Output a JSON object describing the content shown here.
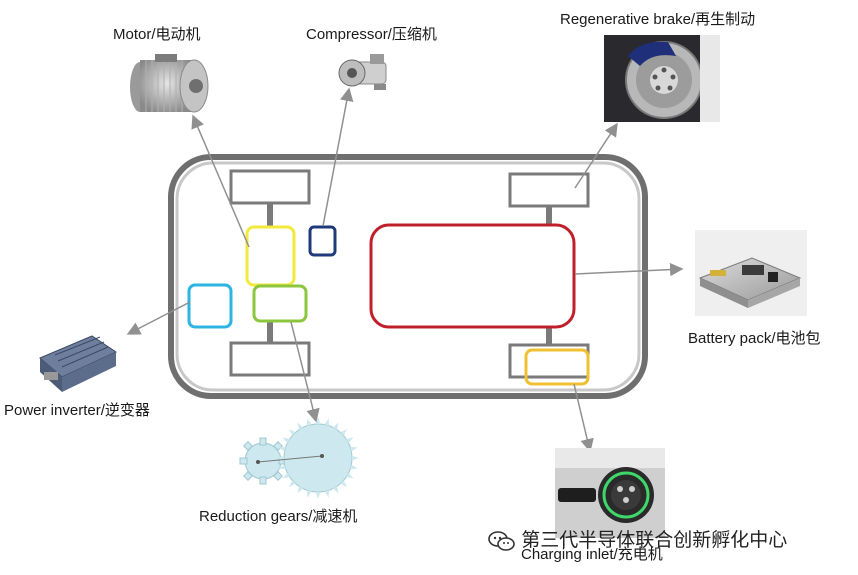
{
  "labels": {
    "motor": "Motor/电动机",
    "compressor": "Compressor/压缩机",
    "regen_brake": "Regenerative brake/再生制动",
    "battery": "Battery pack/电池包",
    "inverter": "Power inverter/逆变器",
    "gears": "Reduction gears/减速机",
    "charging": "Charging inlet/充电机"
  },
  "watermark": {
    "text": "第三代半导体联合创新孵化中心",
    "icon": "wechat-icon"
  },
  "colors": {
    "motor_box": "#f2ea3c",
    "compressor_box": "#1f3a7a",
    "battery_box": "#c0202a",
    "inverter_box": "#2bb5e0",
    "gears_box": "#8cc63f",
    "charging_box": "#f0c030",
    "chassis": "#707070",
    "arrow": "#909090"
  }
}
